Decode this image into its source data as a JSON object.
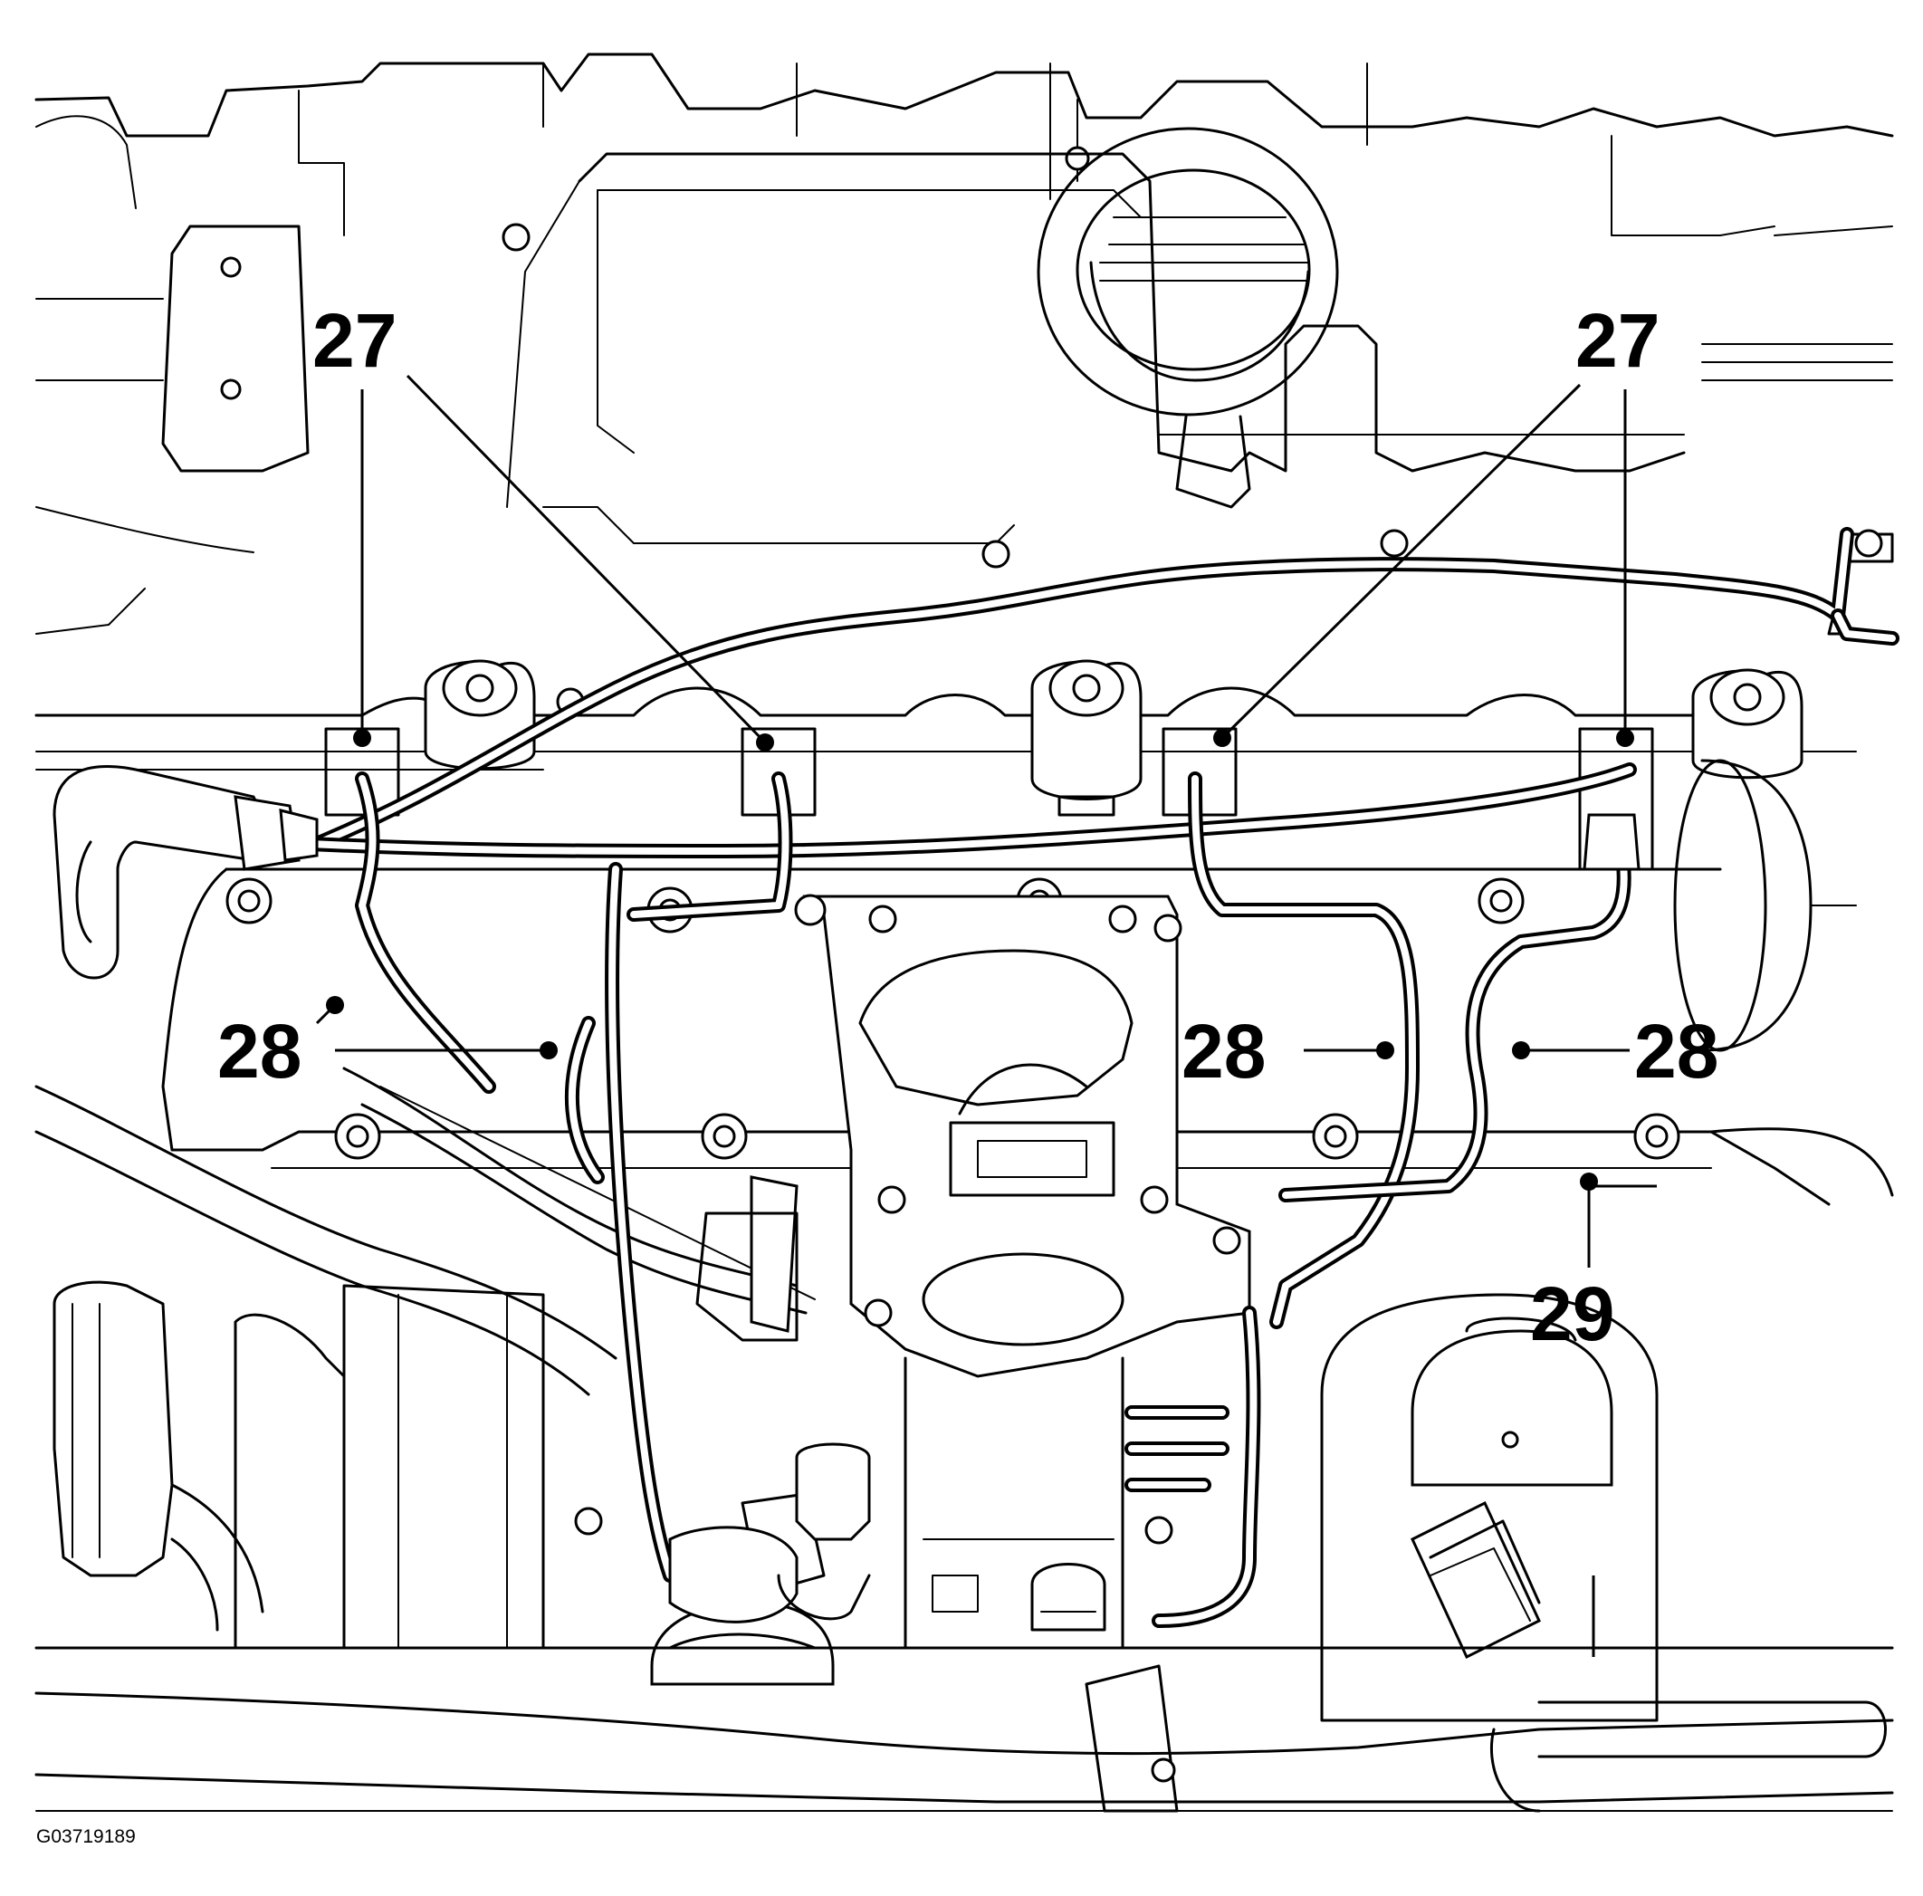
{
  "figure_id": "G03719189",
  "callouts": [
    {
      "id": "c27a",
      "label": "27"
    },
    {
      "id": "c27b",
      "label": "27"
    },
    {
      "id": "c28a",
      "label": "28"
    },
    {
      "id": "c28b",
      "label": "28"
    },
    {
      "id": "c28c",
      "label": "28"
    },
    {
      "id": "c29",
      "label": "29"
    }
  ]
}
